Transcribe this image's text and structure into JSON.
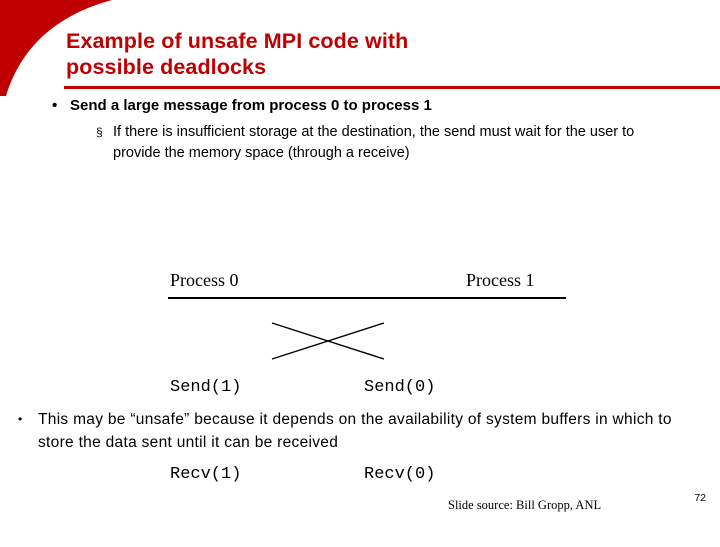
{
  "slide": {
    "title_lines": [
      "Example  of unsafe MPI code with",
      "possible deadlocks"
    ],
    "accent_color": "#C00000",
    "bullets": {
      "level1": {
        "marker": "•",
        "text": "Send a large message from process 0 to process 1"
      },
      "level2": {
        "marker": "§",
        "text": "If there is insufficient storage at the destination, the send must wait for the user to provide the memory space (through a receive)"
      },
      "level3": {
        "marker": "•",
        "text": "This may be “unsafe” because it depends on the availability of system buffers in which to store the data sent until it can be received"
      }
    },
    "diagram": {
      "columns": [
        {
          "header": "Process 0",
          "code": [
            "Send(1)",
            "Recv(1)"
          ]
        },
        {
          "header": "Process 1",
          "code": [
            "Send(0)",
            "Recv(0)"
          ]
        }
      ]
    },
    "source_credit": "Slide source: Bill Gropp, ANL",
    "slide_number": "72"
  }
}
